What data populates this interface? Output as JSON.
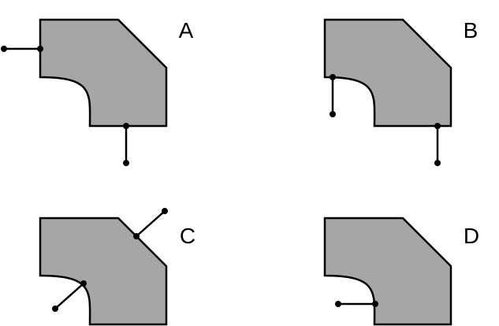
{
  "colors": {
    "shape_fill": "#a6a6a6",
    "stroke": "#000000",
    "background": "#ffffff"
  },
  "panels": [
    {
      "letter": "A"
    },
    {
      "letter": "B"
    },
    {
      "letter": "C"
    },
    {
      "letter": "D"
    }
  ]
}
